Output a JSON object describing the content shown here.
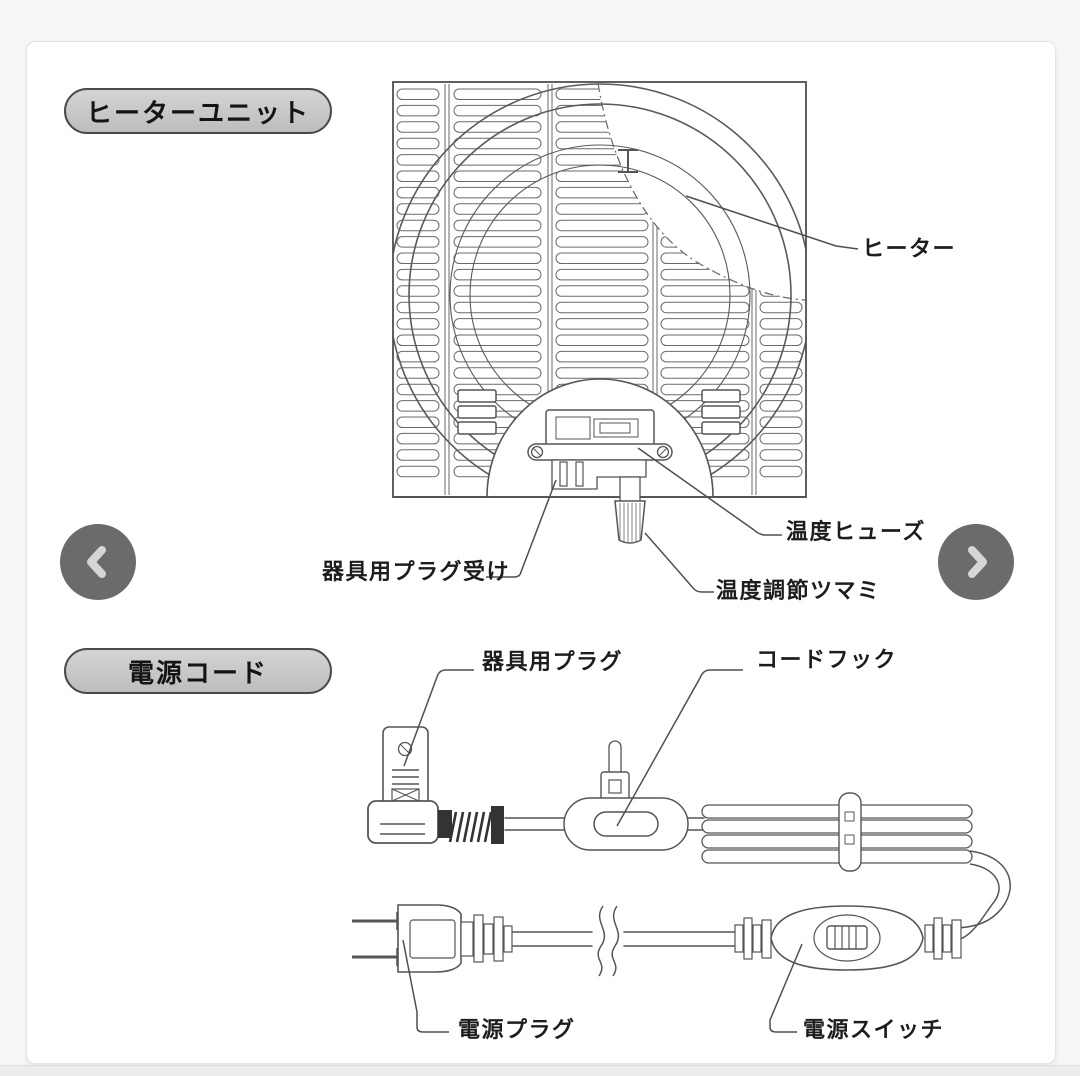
{
  "heater_unit": {
    "badge": "ヒーターユニット",
    "labels": {
      "heater": "ヒーター",
      "thermal_fuse": "温度ヒューズ",
      "plug_receptacle": "器具用プラグ受け",
      "temperature_knob": "温度調節ツマミ"
    }
  },
  "power_cord": {
    "badge": "電源コード",
    "labels": {
      "appliance_plug": "器具用プラグ",
      "cord_hook": "コードフック",
      "power_plug": "電源プラグ",
      "power_switch": "電源スイッチ"
    }
  },
  "carousel": {
    "prev_icon": "chevron-left",
    "next_icon": "chevron-right"
  },
  "colors": {
    "page_background": "#f6f7f9",
    "card_background": "#ffffff",
    "badge_fill": "#c7c7c7",
    "badge_border": "#4a4a4a",
    "line_art": "#555555",
    "label_text": "#1d1d1d",
    "arrow_background": "#6b6b6d",
    "arrow_glyph": "#d6d6d8",
    "bottom_band": "#ececee"
  }
}
